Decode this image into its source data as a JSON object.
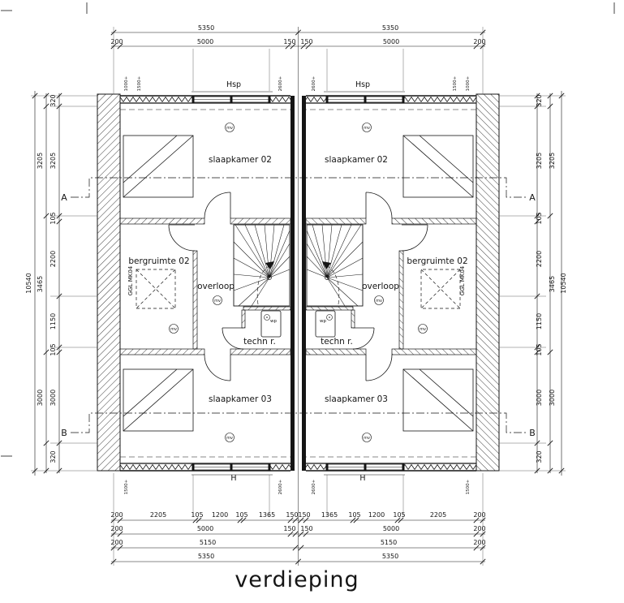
{
  "title": "verdieping",
  "sections": {
    "a": "A",
    "b": "B"
  },
  "labels": {
    "hsp": "Hsp",
    "h": "H",
    "wp": "wp",
    "mv": "mv",
    "ggl": "GGL MK04"
  },
  "heights": {
    "h1000": "1000+",
    "h1500": "1500+",
    "h2600": "2600+"
  },
  "rooms": {
    "slaapkamer02": "slaapkamer 02",
    "slaapkamer03": "slaapkamer 03",
    "bergruimte": "bergruimte 02",
    "overloop": "overloop",
    "techn": "techn r."
  },
  "dims": {
    "h_row1": [
      "5350",
      "5350"
    ],
    "h_row2": [
      "200",
      "5000",
      "150",
      "150",
      "5000",
      "200"
    ],
    "v_inner": [
      "320",
      "3205",
      "105",
      "2200",
      "1150",
      "105",
      "3000",
      "320"
    ],
    "v_mid": [
      "3205",
      "3465",
      "3000"
    ],
    "v_total": "10540",
    "b_row1": [
      "200",
      "2205",
      "105",
      "1200",
      "105",
      "1365",
      "150",
      "150",
      "1365",
      "105",
      "1200",
      "105",
      "2205",
      "200"
    ],
    "b_row3": [
      "200",
      "5150",
      "5150",
      "200"
    ]
  }
}
